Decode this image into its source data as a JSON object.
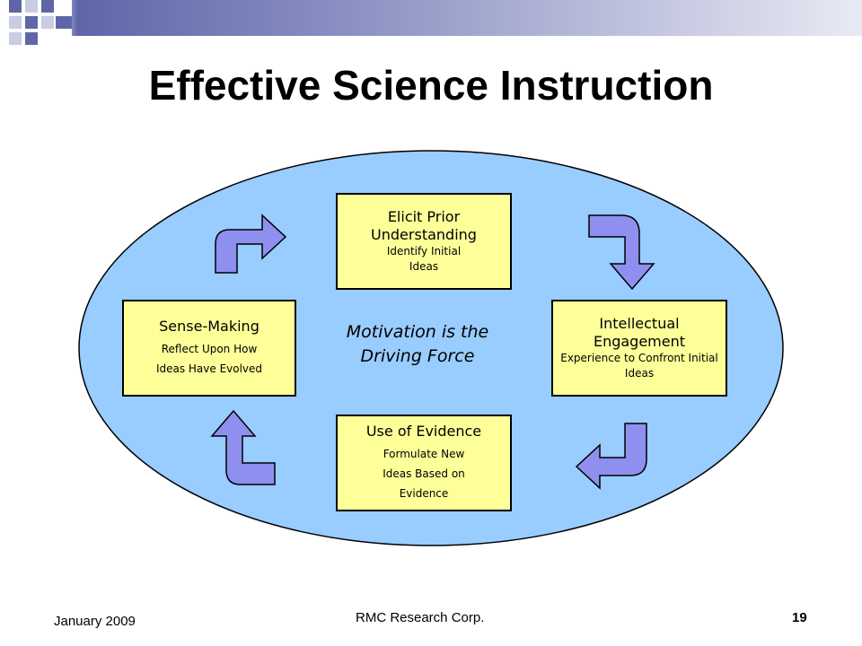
{
  "slide": {
    "title": "Effective Science Instruction",
    "date": "January 2009",
    "company": "RMC Research Corp.",
    "page_number": "19"
  },
  "diagram": {
    "center_text": [
      "Motivation is the",
      "Driving Force"
    ],
    "boxes": {
      "elicit": {
        "title": "Elicit Prior Understanding",
        "subtitle": "Identify Initial Ideas"
      },
      "intellectual": {
        "title": "Intellectual Engagement",
        "subtitle": "Experience to Confront Initial Ideas"
      },
      "evidence": {
        "title": "Use of Evidence",
        "subtitle": "Formulate New Ideas Based on Evidence"
      },
      "sense": {
        "title": "Sense-Making",
        "subtitle": "Reflect Upon How Ideas Have Evolved"
      }
    },
    "colors": {
      "ellipse": "#99ccff",
      "box": "#ffff99",
      "arrow": "#8f8ff0"
    }
  }
}
